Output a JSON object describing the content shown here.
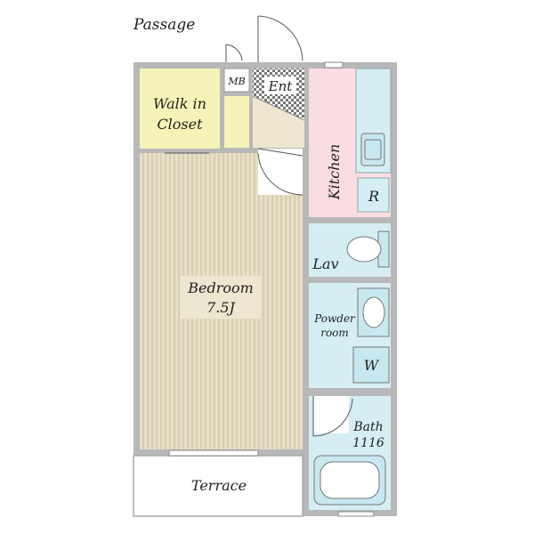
{
  "labels": {
    "passage": "Passage",
    "mb": "MB",
    "entrance": "Ent",
    "walk_in_line1": "Walk in",
    "walk_in_line2": "Closet",
    "kitchen": "Kitchen",
    "refrigerator": "R",
    "lavatory": "Lav",
    "powder_line1": "Powder",
    "powder_line2": "room",
    "washer": "W",
    "bedroom_line1": "Bedroom",
    "bedroom_line2": "7.5J",
    "bath_line1": "Bath",
    "bath_line2": "1116",
    "terrace": "Terrace"
  },
  "colors": {
    "wall": "#b8b8b8",
    "closet": "#f6f3b8",
    "bedroom_floor": "#e7dfc7",
    "bedroom_stripe": "#cbbf9e",
    "entry_floor": "#efe6cf",
    "kitchen": "#f9dde3",
    "wet_area": "#d5eef4",
    "fixture": "#c8e8f0"
  }
}
